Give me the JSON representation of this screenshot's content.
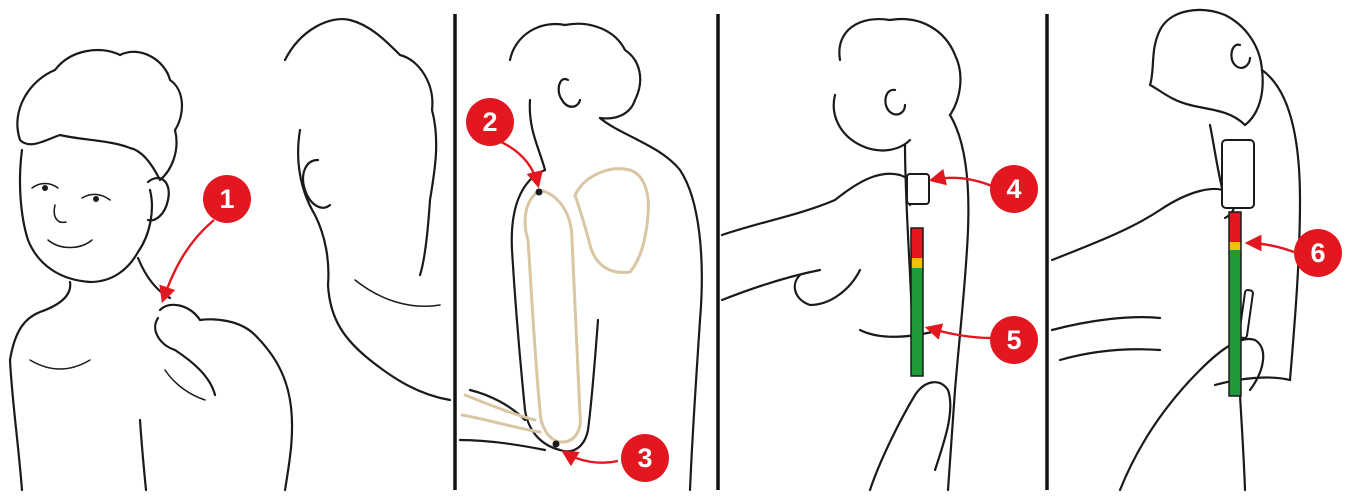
{
  "markers": [
    {
      "id": "1",
      "label": "1"
    },
    {
      "id": "2",
      "label": "2"
    },
    {
      "id": "3",
      "label": "3"
    },
    {
      "id": "4",
      "label": "4"
    },
    {
      "id": "5",
      "label": "5"
    },
    {
      "id": "6",
      "label": "6"
    }
  ],
  "colors": {
    "marker": "#e3171f",
    "bone_outline": "#d9c6a3",
    "tape_red": "#e3171f",
    "tape_yellow": "#f2c200",
    "tape_green": "#1e9a3a",
    "ink": "#1a1a1a"
  }
}
